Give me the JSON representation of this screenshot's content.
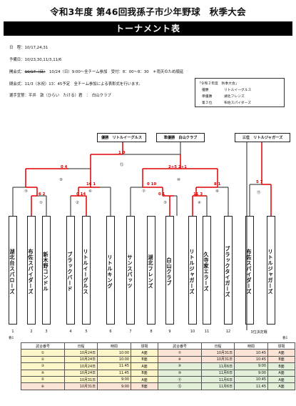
{
  "title": "令和3年度 第46回我孫子市少年野球　秋季大会",
  "banner": "トーナメント表",
  "info": {
    "dates": "日　程：10/17,24,31",
    "reserve": "予備日：10/23,30,11/3,11/6",
    "opening_prefix": "開会式：",
    "opening_strike": "10/17（日）",
    "opening_rest": "　10/24（日）9:00～全チーム参加　受付：8：00～8：30　＊雨天のため順延",
    "closing": "閉会式：11/3（水祝）13：45予定　全チーム参加による表彰式を行います。",
    "oath": "選手宣誓：平井　敦（ひらい　たける）君　：　白山クラブ"
  },
  "last_year": {
    "heading": "「令和２年度　秋季大会」",
    "rows": [
      {
        "label": "優勝",
        "team": "リトルイーグルス"
      },
      {
        "label": "準優勝",
        "team": "湖北フレンズ"
      },
      {
        "label": "第３位",
        "team": "布佐スパイダーズ"
      }
    ]
  },
  "winners": {
    "champion_label": "優勝",
    "champion": "リトルイーグルス",
    "runnerup_label": "準優勝",
    "runnerup": "白山クラブ",
    "third_label": "三位",
    "third": "リトルジャガーズ"
  },
  "teams": [
    {
      "num": "1",
      "name": "湖北台スパローズ"
    },
    {
      "num": "2",
      "name": "布佐スパイダーズ"
    },
    {
      "num": "3",
      "name": "新木野コンドル"
    },
    {
      "num": "4",
      "name": "ブラックバード"
    },
    {
      "num": "5",
      "name": "リトルイーグルス"
    },
    {
      "num": "6",
      "name": "リトルキング"
    },
    {
      "num": "7",
      "name": "サンスパッツ"
    },
    {
      "num": "8",
      "name": "湖北フレンズ"
    },
    {
      "num": "9",
      "name": "白山クラブ"
    },
    {
      "num": "10",
      "name": "リトルジャガーズ"
    },
    {
      "num": "11",
      "name": "久寺家エラーズ"
    },
    {
      "num": "12",
      "name": "ブラックタイガーズ"
    },
    {
      "num": "3位決定戦",
      "name": "布佐スパイダーズ"
    },
    {
      "num": "",
      "name": "リトルジャガーズ"
    }
  ],
  "scores": {
    "final": "1 0",
    "sf_left": "0 4",
    "sf_right": "2+5 2+1",
    "qf1": "6 2",
    "qf2_l": "0 14",
    "qf2_r": "16 1",
    "qf3": "0 10",
    "qf4_l": "0 1",
    "qf4_r": "11 3",
    "qf4_top": "8 1",
    "third": "5 7"
  },
  "game_marks": {
    "g12": "⑫",
    "g9": "⑨",
    "g10": "⑩",
    "g5": "⑤",
    "g1": "①",
    "g6": "⑥",
    "g2": "②",
    "g7": "⑦",
    "g3": "③",
    "g8": "⑧",
    "g4": "④",
    "g11": "⑪"
  },
  "footnotes": {
    "left": "春1",
    "right": "春1"
  },
  "schedule": {
    "headers": [
      "試合番号",
      "日程",
      "時間",
      "球場"
    ],
    "left": [
      [
        "①",
        "10月24日",
        "10:00",
        "A面"
      ],
      [
        "②",
        "10月24日",
        "10:00",
        "B面"
      ],
      [
        "③",
        "10月24日",
        "11:45",
        "A面"
      ],
      [
        "④",
        "10月24日",
        "11:45",
        "B面"
      ],
      [
        "⑤",
        "10月31日",
        "9:00",
        "A面"
      ],
      [
        "⑥",
        "10月31日",
        "9:00",
        "B面"
      ]
    ],
    "right": [
      [
        "⑦",
        "10月31日",
        "10:45",
        "A面"
      ],
      [
        "⑧",
        "10月31日",
        "10:45",
        "B面"
      ],
      [
        "⑨",
        "11月6日",
        "9:00",
        "B面"
      ],
      [
        "⑩",
        "11月6日",
        "9:00",
        "A面"
      ],
      [
        "⑪",
        "11月6日",
        "10:45",
        "A面"
      ],
      [
        "⑫",
        "11月6日",
        "11:45",
        "A面"
      ]
    ]
  },
  "colors": {
    "win_line": "#e00000",
    "line": "#222222",
    "score": "#d00000"
  }
}
